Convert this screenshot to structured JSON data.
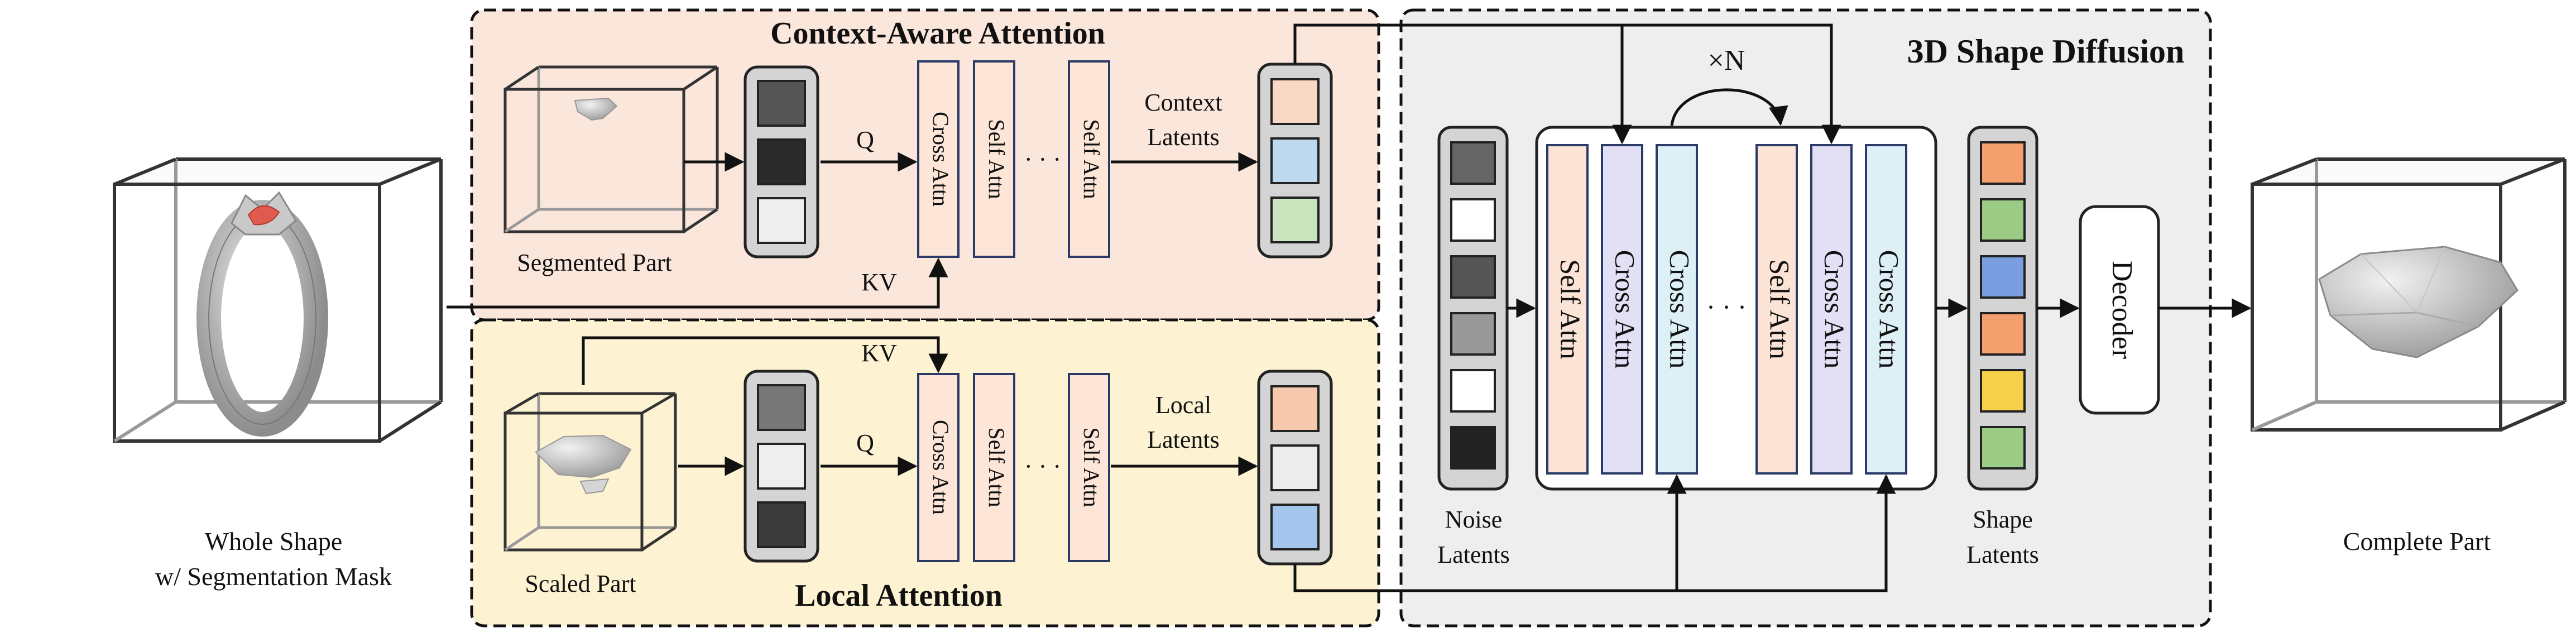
{
  "context_attention": {
    "title": "Context-Aware Attention",
    "input_label": "Segmented Part",
    "q_label": "Q",
    "kv_label": "KV",
    "latents_label_line1": "Context",
    "latents_label_line2": "Latents",
    "blocks": [
      "Cross Attn",
      "Self Attn",
      "Self Attn"
    ],
    "ellipsis": "· · ·",
    "token_colors": [
      "#555555",
      "#2a2a2a",
      "#eeeeee"
    ],
    "latent_colors": [
      "#f9d9c4",
      "#bcd9ef",
      "#cbe4bd"
    ]
  },
  "local_attention": {
    "title": "Local Attention",
    "input_label": "Scaled Part",
    "q_label": "Q",
    "kv_label": "KV",
    "latents_label_line1": "Local",
    "latents_label_line2": "Latents",
    "blocks": [
      "Cross Attn",
      "Self Attn",
      "Self Attn"
    ],
    "ellipsis": "· · ·",
    "token_colors": [
      "#777777",
      "#eeeeee",
      "#3a3a3a"
    ],
    "latent_colors": [
      "#f6c9ad",
      "#ececec",
      "#a4c6ec"
    ]
  },
  "diffusion": {
    "title": "3D Shape Diffusion",
    "repeat_label": "×N",
    "noise_label_line1": "Noise",
    "noise_label_line2": "Latents",
    "noise_colors": [
      "#666666",
      "#ffffff",
      "#555555",
      "#999999",
      "#ffffff",
      "#222222"
    ],
    "blocks": [
      {
        "label": "Self Attn",
        "color": "#fbe3d5"
      },
      {
        "label": "Cross Attn",
        "color": "#e3e0f6"
      },
      {
        "label": "Cross Attn",
        "color": "#dcf0f6"
      },
      {
        "label": "Self Attn",
        "color": "#fbe3d5"
      },
      {
        "label": "Cross Attn",
        "color": "#e3e0f6"
      },
      {
        "label": "Cross Attn",
        "color": "#dcf0f6"
      }
    ],
    "ellipsis": "· · ·",
    "shape_label_line1": "Shape",
    "shape_label_line2": "Latents",
    "shape_colors": [
      "#f3a06e",
      "#9ccb85",
      "#7a9ee0",
      "#f3a06e",
      "#f7d04a",
      "#9ccb85"
    ],
    "decoder_label": "Decoder"
  },
  "input": {
    "label_line1": "Whole Shape",
    "label_line2": "w/ Segmentation Mask"
  },
  "output": {
    "label": "Complete Part"
  },
  "colors": {
    "context_bg": "#fbe6dc",
    "local_bg": "#fdf3d2",
    "diffusion_bg": "#eeeeee",
    "token_bg": "#d4d4d4",
    "attn_block": "#fde6d8",
    "mask_red": "#e05a4e"
  }
}
